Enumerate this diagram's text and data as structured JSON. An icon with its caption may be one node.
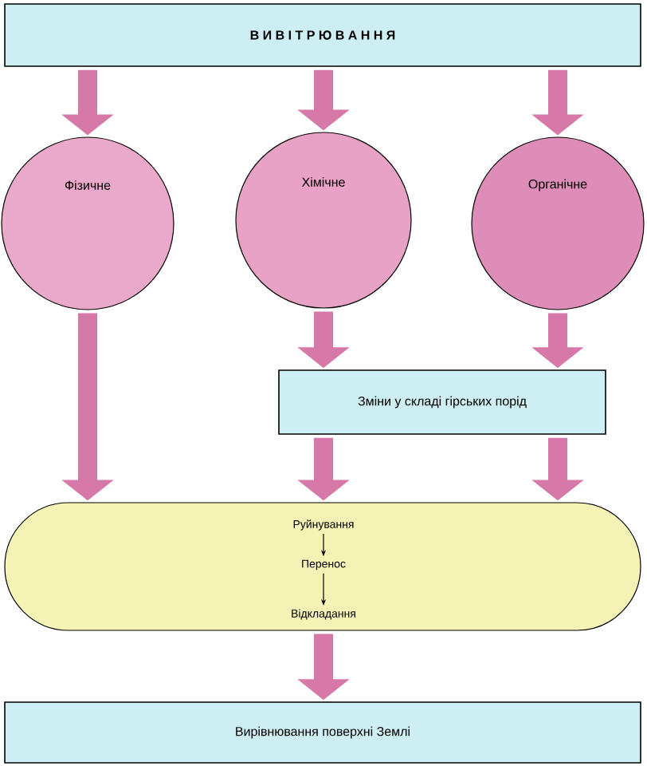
{
  "diagram": {
    "nodes": [
      {
        "text": [
          "В И В І Т Р Ю В А Н Н Я"
        ]
      },
      {
        "text": [
          "Фізичне"
        ]
      },
      {
        "text": [
          "Хімічне"
        ]
      },
      {
        "text": [
          "Органічне"
        ]
      },
      {
        "text": [
          "Зміни у складі гірських порід"
        ]
      },
      {
        "text": [],
        "shape": "band"
      },
      {
        "text": [
          "Руйнування"
        ],
        "in": 5
      },
      {
        "text": [
          "Перенос"
        ],
        "in": 5
      },
      {
        "text": [
          "Відкладання"
        ],
        "in": 5
      },
      {
        "text": [
          "Вирівнювання поверхні Землі"
        ]
      }
    ],
    "edges": [
      {
        "from": 0,
        "to": 1,
        "arrow": "to"
      },
      {
        "from": 0,
        "to": 2,
        "arrow": "to"
      },
      {
        "from": 0,
        "to": 3,
        "arrow": "to"
      },
      {
        "from": 1,
        "to": 5,
        "arrow": "to"
      },
      {
        "from": 2,
        "to": 4,
        "arrow": "to"
      },
      {
        "from": 3,
        "to": 4,
        "arrow": "to"
      },
      {
        "from": 4,
        "to": 5,
        "arrow": "to"
      },
      {
        "from": 4,
        "to": 5,
        "arrow": "to"
      },
      {
        "from": 5,
        "to": 9,
        "arrow": "to"
      },
      {
        "from": 6,
        "to": 7,
        "arrow": "to",
        "color": "#000000"
      },
      {
        "from": 7,
        "to": 8,
        "arrow": "to",
        "color": "#000000"
      }
    ]
  }
}
